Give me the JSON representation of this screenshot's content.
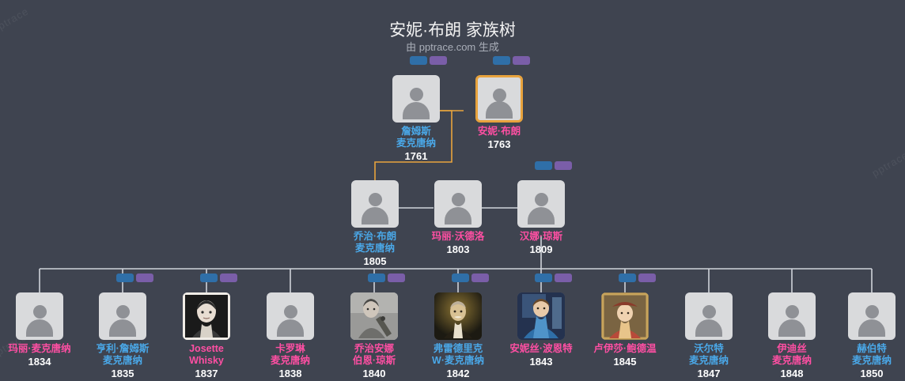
{
  "header": {
    "title": "安妮·布朗 家族树",
    "subtitle": "由 pptrace.com 生成"
  },
  "watermark_text": "pptrace",
  "colors": {
    "background": "#3f4450",
    "female_name": "#ff4fa3",
    "male_name": "#4aa8e8",
    "year": "#ffffff",
    "selected_border": "#e8a33d",
    "line": "#cfd3da",
    "line_highlight": "#e8a33d",
    "tag_blue": "#2f6fa8",
    "tag_purple": "#7a5ea8"
  },
  "generations": [
    {
      "id": "gen1",
      "people": [
        {
          "name": "詹姆斯\n麦克唐纳",
          "name_lines": [
            "詹姆斯",
            "麦克唐纳"
          ],
          "year": "1761",
          "gender": "male",
          "selected": false,
          "photo": "silhouette",
          "tags": [
            "blue",
            "purple"
          ]
        },
        {
          "name": "安妮·布朗",
          "name_lines": [
            "安妮·布朗"
          ],
          "year": "1763",
          "gender": "female",
          "selected": true,
          "photo": "silhouette",
          "tags": [
            "blue",
            "purple"
          ]
        }
      ]
    },
    {
      "id": "gen2",
      "people": [
        {
          "name_lines": [
            "乔治·布朗",
            "麦克唐纳"
          ],
          "year": "1805",
          "gender": "male",
          "selected": false,
          "photo": "silhouette",
          "tags": []
        },
        {
          "name_lines": [
            "玛丽·沃德洛"
          ],
          "year": "1803",
          "gender": "female",
          "selected": false,
          "photo": "silhouette",
          "tags": []
        },
        {
          "name_lines": [
            "汉娜·琼斯"
          ],
          "year": "1809",
          "gender": "female",
          "selected": false,
          "photo": "silhouette",
          "tags": [
            "blue",
            "purple"
          ]
        }
      ]
    },
    {
      "id": "gen3",
      "people": [
        {
          "name_lines": [
            "玛丽·麦克唐纳"
          ],
          "year": "1834",
          "gender": "female",
          "selected": false,
          "photo": "silhouette",
          "tags": []
        },
        {
          "name_lines": [
            "亨利·詹姆斯",
            "麦克唐纳"
          ],
          "year": "1835",
          "gender": "male",
          "selected": false,
          "photo": "silhouette",
          "tags": [
            "blue",
            "purple"
          ]
        },
        {
          "name_lines": [
            "Josette",
            "Whisky"
          ],
          "year": "1837",
          "gender": "female",
          "selected": false,
          "photo": "portrait-victorian-woman",
          "tags": [
            "blue",
            "purple"
          ]
        },
        {
          "name_lines": [
            "卡罗琳",
            "麦克唐纳"
          ],
          "year": "1838",
          "gender": "female",
          "selected": false,
          "photo": "silhouette",
          "tags": []
        },
        {
          "name_lines": [
            "乔治安娜",
            "伯恩·琼斯"
          ],
          "year": "1840",
          "gender": "female",
          "selected": false,
          "photo": "portrait-woman-bw",
          "tags": [
            "blue",
            "purple"
          ]
        },
        {
          "name_lines": [
            "弗雷德里克",
            "W·麦克唐纳"
          ],
          "year": "1842",
          "gender": "male",
          "selected": false,
          "photo": "portrait-man-sepia",
          "tags": [
            "blue",
            "purple"
          ]
        },
        {
          "name_lines": [
            "安妮丝·波恩特"
          ],
          "year": "1843",
          "gender": "female",
          "selected": false,
          "photo": "painting-blue-woman",
          "tags": [
            "blue",
            "purple"
          ]
        },
        {
          "name_lines": [
            "卢伊莎·鲍德温"
          ],
          "year": "1845",
          "gender": "female",
          "selected": false,
          "photo": "painting-woman-hat",
          "tags": [
            "blue",
            "purple"
          ]
        },
        {
          "name_lines": [
            "沃尔特",
            "麦克唐纳"
          ],
          "year": "1847",
          "gender": "male",
          "selected": false,
          "photo": "silhouette",
          "tags": []
        },
        {
          "name_lines": [
            "伊迪丝",
            "麦克唐纳"
          ],
          "year": "1848",
          "gender": "female",
          "selected": false,
          "photo": "silhouette",
          "tags": []
        },
        {
          "name_lines": [
            "赫伯特",
            "麦克唐纳"
          ],
          "year": "1850",
          "gender": "male",
          "selected": false,
          "photo": "silhouette",
          "tags": []
        }
      ]
    }
  ]
}
